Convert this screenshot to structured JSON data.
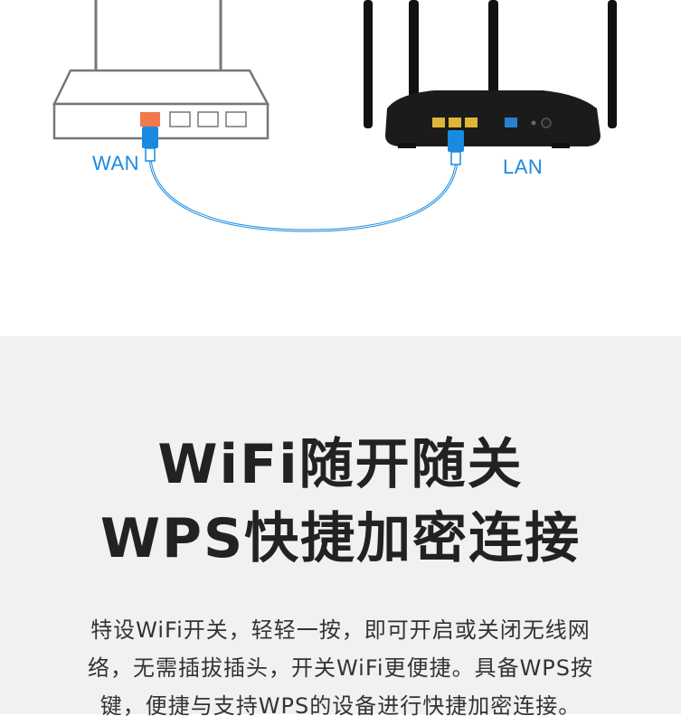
{
  "diagram": {
    "wan_label": "WAN",
    "lan_label": "LAN",
    "colors": {
      "cable": "#1a8ae0",
      "wan_port": "#f07a4a",
      "lan_port": "#e0b43a",
      "router_body": "#1b1b1b",
      "modem_outline": "#777777"
    }
  },
  "feature": {
    "title_line1": "WiFi随开随关",
    "title_line2": "WPS快捷加密连接",
    "description_lines": [
      "特设WiFi开关，轻轻一按，即可开启或关闭无线网",
      "络，无需插拔插头，开关WiFi更便捷。具备WPS按",
      "键，便捷与支持WPS的设备进行快捷加密连接。"
    ]
  }
}
